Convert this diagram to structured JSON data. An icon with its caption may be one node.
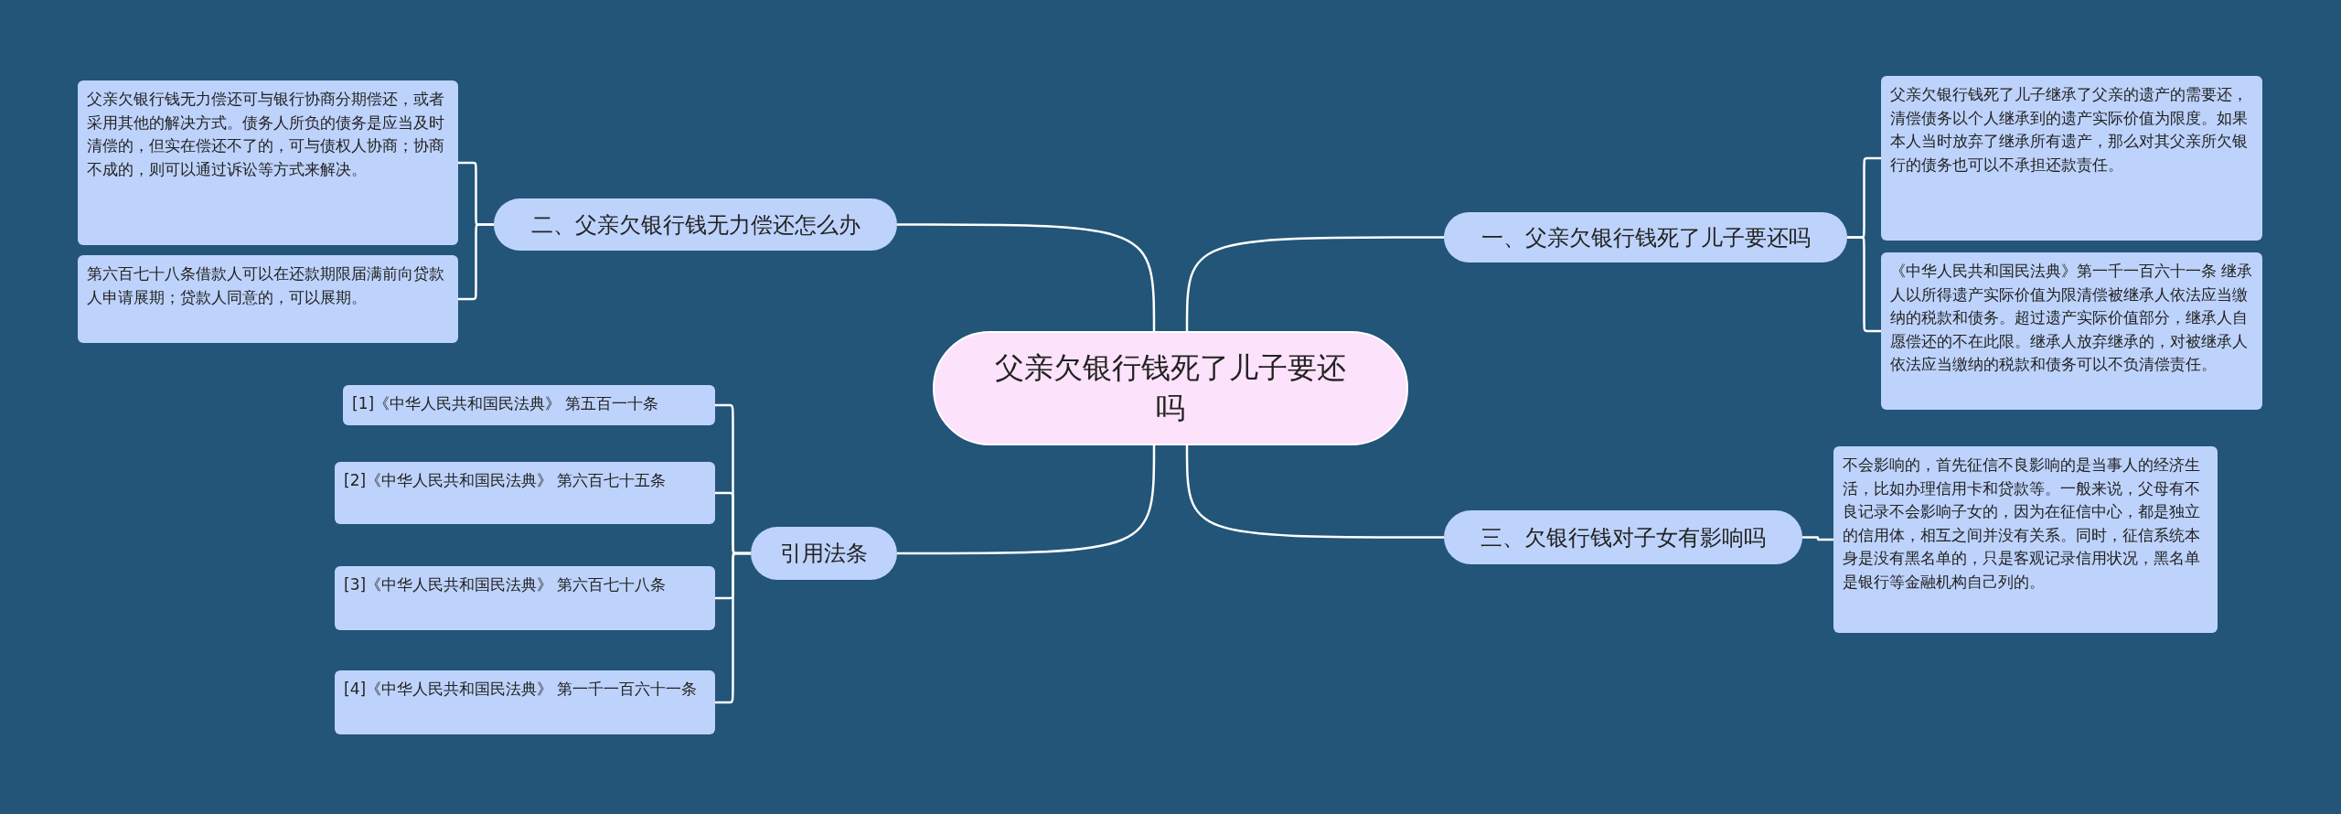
{
  "diagram": {
    "nodes": [
      {
        "text": [
          "父亲欠银行钱死了儿子要还吗"
        ]
      },
      {
        "text": [
          "二、父亲欠银行钱无力偿还怎么办"
        ]
      },
      {
        "text": [
          "父亲欠银行钱无力偿还可与银行协商分期偿还，或者采用其他的解决方式。债务人所负的债务是应当及时清偿的，但实在偿还不了的，可与债权人协商；协商不成的，则可以通过诉讼等方式来解决。"
        ]
      },
      {
        "text": [
          "第六百七十八条借款人可以在还款期限届满前向贷款人申请展期；贷款人同意的，可以展期。"
        ]
      },
      {
        "text": [
          "引用法条"
        ]
      },
      {
        "text": [
          "[1]《中华人民共和国民法典》 第五百一十条"
        ]
      },
      {
        "text": [
          "[2]《中华人民共和国民法典》 第六百七十五条"
        ]
      },
      {
        "text": [
          "[3]《中华人民共和国民法典》 第六百七十八条"
        ]
      },
      {
        "text": [
          "[4]《中华人民共和国民法典》 第一千一百六十一条"
        ]
      },
      {
        "text": [
          "一、父亲欠银行钱死了儿子要还吗"
        ]
      },
      {
        "text": [
          "父亲欠银行钱死了儿子继承了父亲的遗产的需要还，清偿债务以个人继承到的遗产实际价值为限度。如果本人当时放弃了继承所有遗产，那么对其父亲所欠银行的债务也可以不承担还款责任。"
        ]
      },
      {
        "text": [
          "《中华人民共和国民法典》第一千一百六十一条 继承人以所得遗产实际价值为限清偿被继承人依法应当缴纳的税款和债务。超过遗产实际价值部分，继承人自愿偿还的不在此限。继承人放弃继承的，对被继承人依法应当缴纳的税款和债务可以不负清偿责任。"
        ]
      },
      {
        "text": [
          "三、欠银行钱对子女有影响吗"
        ]
      },
      {
        "text": [
          "不会影响的，首先征信不良影响的是当事人的经济生活，比如办理信用卡和贷款等。一般来说，父母有不良记录不会影响子女的，因为在征信中心，都是独立的信用体，相互之间并没有关系。同时，征信系统本身是没有黑名单的，只是客观记录信用状况，黑名单是银行等金融机构自己列的。"
        ]
      }
    ],
    "edges": [
      {
        "from": 0,
        "to": 1,
        "arrow": "none"
      },
      {
        "from": 1,
        "to": 2,
        "arrow": "none"
      },
      {
        "from": 1,
        "to": 3,
        "arrow": "none"
      },
      {
        "from": 0,
        "to": 4,
        "arrow": "none"
      },
      {
        "from": 4,
        "to": 5,
        "arrow": "none"
      },
      {
        "from": 4,
        "to": 6,
        "arrow": "none"
      },
      {
        "from": 4,
        "to": 7,
        "arrow": "none"
      },
      {
        "from": 4,
        "to": 8,
        "arrow": "none"
      },
      {
        "from": 0,
        "to": 9,
        "arrow": "none"
      },
      {
        "from": 9,
        "to": 10,
        "arrow": "none"
      },
      {
        "from": 9,
        "to": 11,
        "arrow": "none"
      },
      {
        "from": 0,
        "to": 12,
        "arrow": "none"
      },
      {
        "from": 12,
        "to": 13,
        "arrow": "none"
      }
    ]
  }
}
